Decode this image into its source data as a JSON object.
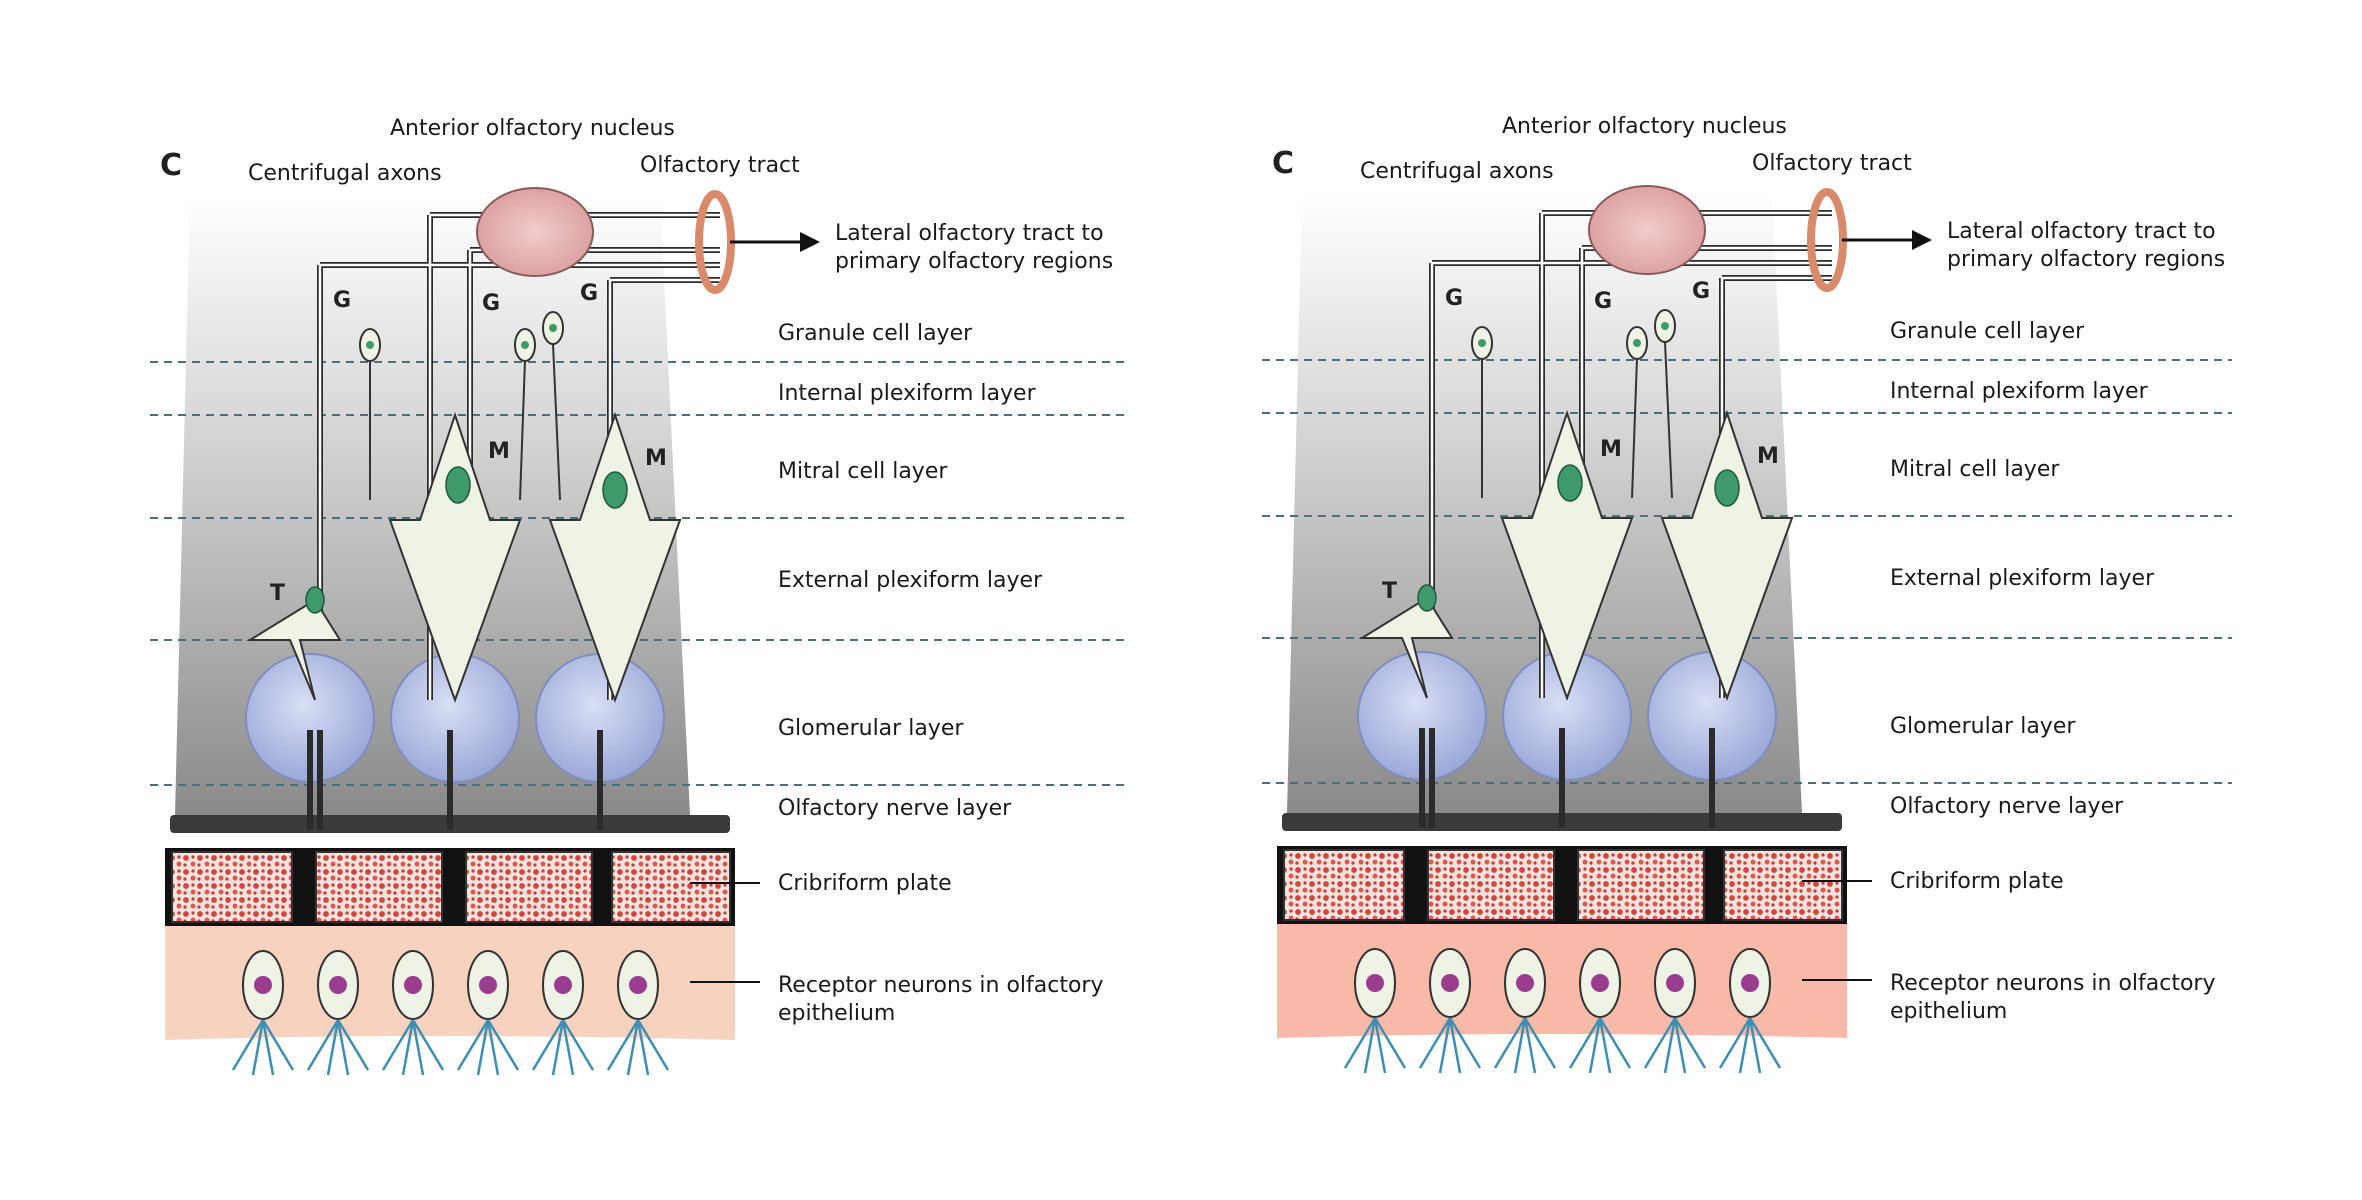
{
  "panel_letter": "C",
  "labels": {
    "anterior_olfactory_nucleus": "Anterior olfactory nucleus",
    "centrifugal_axons": "Centrifugal axons",
    "olfactory_tract": "Olfactory tract",
    "lateral_tract_line1": "Lateral olfactory tract to",
    "lateral_tract_line2": "primary olfactory regions",
    "receptor_line1": "Receptor neurons in olfactory",
    "receptor_line2": "epithelium",
    "cribriform_plate": "Cribriform plate"
  },
  "layers": [
    "Granule cell layer",
    "Internal plexiform layer",
    "Mitral cell layer",
    "External plexiform layer",
    "Glomerular layer",
    "Olfactory nerve layer"
  ],
  "cell_letters": {
    "granule": "G",
    "mitral": "M",
    "tufted": "T"
  },
  "colors": {
    "nucleus_fill": "#e8b4b4",
    "tract_ring": "#d98a6a",
    "glomerulus": "#b9c3e8",
    "cell_body": "#eef3e6",
    "nucleus_green": "#3e9a6a",
    "receptor_nucleus": "#9a3d8f",
    "epithelium_left": "#f6d2bf",
    "epithelium_right": "#f9b9a9",
    "cilia": "#3c8fb3",
    "cribriform_dot": "#d8453a",
    "dashed_line": "#4d6f7a"
  }
}
